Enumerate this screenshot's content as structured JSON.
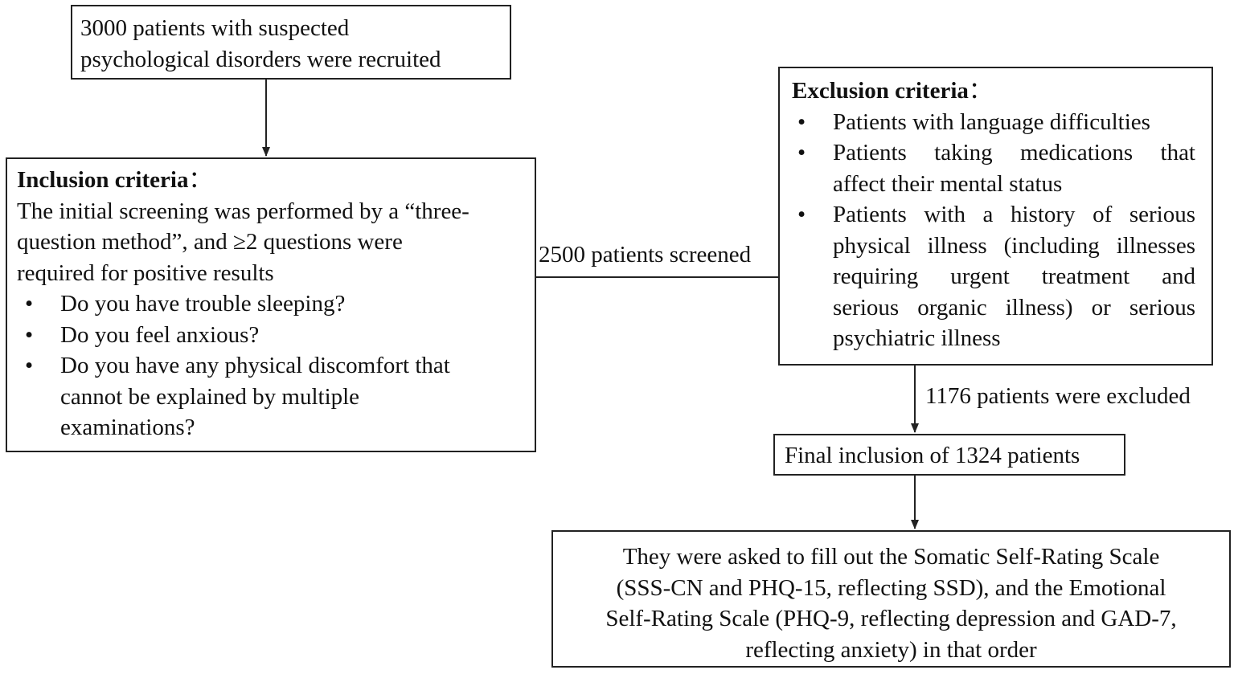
{
  "recruit_box": {
    "lines": [
      "3000 patients with suspected",
      "psychological disorders were recruited"
    ]
  },
  "inclusion_box": {
    "heading": "Inclusion criteria",
    "heading_suffix": "：",
    "intro_lines": [
      "The initial screening was performed by a “three-",
      "question method”, and ≥2 questions were",
      "required for positive results"
    ],
    "questions": [
      {
        "lines": [
          "Do you have trouble sleeping?"
        ]
      },
      {
        "lines": [
          "Do you feel anxious?"
        ]
      },
      {
        "lines": [
          "Do you have any physical discomfort that",
          "cannot be explained by multiple",
          "examinations?"
        ]
      }
    ]
  },
  "screened_label": "2500 patients screened",
  "exclusion_box": {
    "heading": "Exclusion criteria",
    "heading_suffix": "：",
    "items": [
      {
        "lines": [
          "Patients with language difficulties"
        ]
      },
      {
        "lines": [
          "Patients taking medications that",
          "affect their mental status"
        ]
      },
      {
        "lines": [
          "Patients with a history of serious",
          "physical illness (including illnesses",
          "requiring urgent treatment and",
          "serious organic illness) or serious",
          "psychiatric illness"
        ]
      }
    ]
  },
  "excluded_label": "1176 patients were excluded",
  "final_box": {
    "text": "Final inclusion of 1324 patients"
  },
  "survey_box": {
    "lines": [
      "They were asked to fill out the Somatic Self-Rating Scale",
      "(SSS-CN and PHQ-15, reflecting SSD), and the Emotional",
      "Self-Rating Scale (PHQ-9, reflecting depression and GAD-7,",
      "reflecting anxiety) in that order"
    ]
  }
}
